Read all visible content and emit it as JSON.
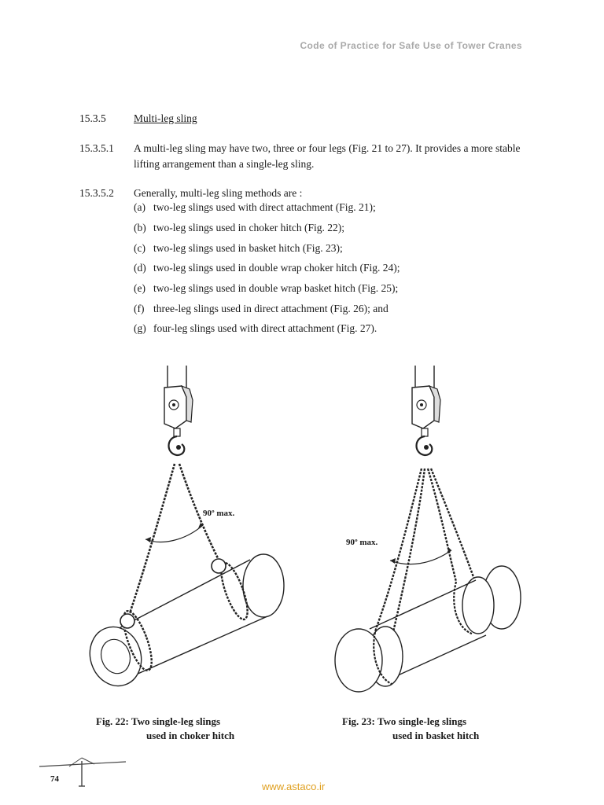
{
  "header": {
    "running_title": "Code of Practice for Safe Use of Tower Cranes"
  },
  "section": {
    "number": "15.3.5",
    "title": "Multi-leg sling",
    "clauses": [
      {
        "number": "15.3.5.1",
        "text": "A multi-leg sling may have two, three or four legs (Fig. 21 to 27). It provides a more stable lifting arrangement than a single-leg sling."
      },
      {
        "number": "15.3.5.2",
        "text": "Generally, multi-leg sling methods are :"
      }
    ],
    "methods": [
      {
        "label": "(a)",
        "text": "two-leg slings used with direct attachment (Fig. 21);"
      },
      {
        "label": "(b)",
        "text": "two-leg slings used in choker hitch (Fig. 22);"
      },
      {
        "label": "(c)",
        "text": "two-leg slings used in basket hitch (Fig. 23);"
      },
      {
        "label": "(d)",
        "text": "two-leg slings used in double wrap choker hitch (Fig. 24);"
      },
      {
        "label": "(e)",
        "text": "two-leg slings used in double wrap basket hitch (Fig. 25);"
      },
      {
        "label": "(f)",
        "text": "three-leg slings used in direct attachment (Fig. 26); and"
      },
      {
        "label": "(g)",
        "text": "four-leg slings used with direct attachment (Fig. 27)."
      }
    ]
  },
  "figures": [
    {
      "angle_label": "90º max.",
      "caption_line1": "Fig. 22:  Two single-leg slings",
      "caption_line2": "used in choker hitch"
    },
    {
      "angle_label": "90º max.",
      "caption_line1": "Fig. 23:  Two single-leg slings",
      "caption_line2": "used in basket hitch"
    }
  ],
  "footer": {
    "page_number": "74",
    "url": "www.astaco.ir"
  }
}
